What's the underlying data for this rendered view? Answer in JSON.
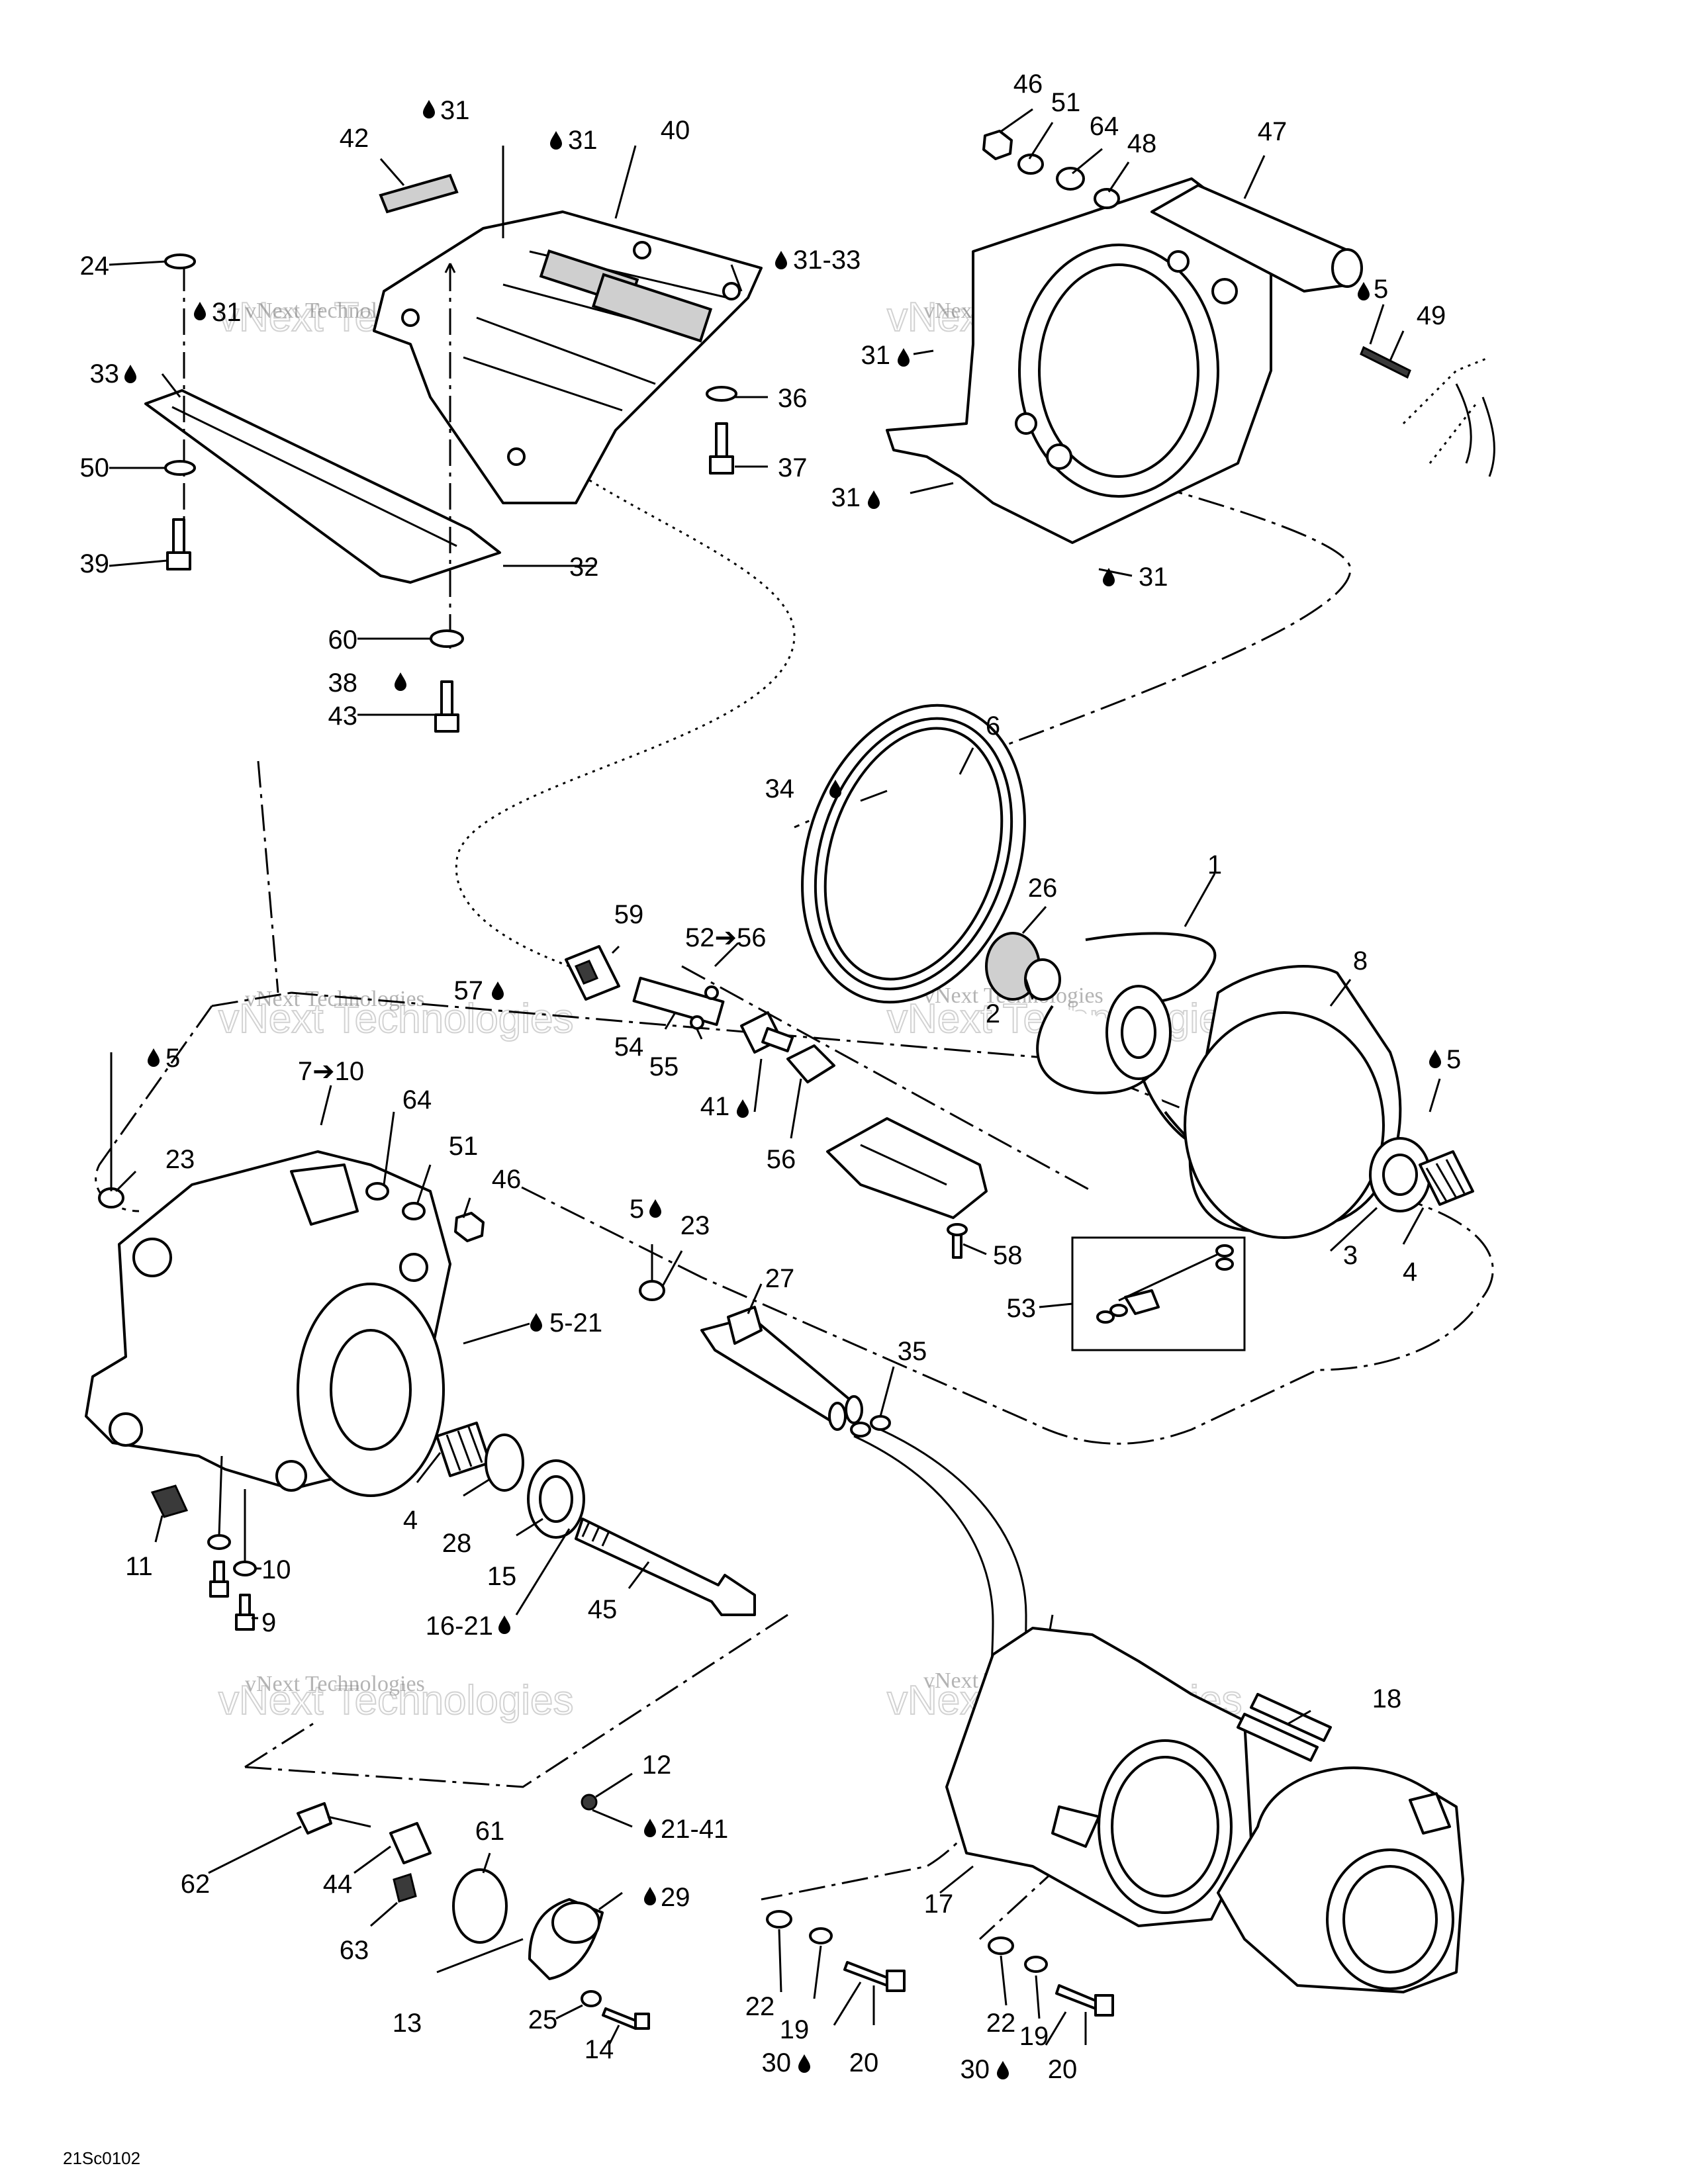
{
  "diagram": {
    "drawing_code": "21Sc0102",
    "watermark": {
      "name": "vNext Technologies",
      "logo": "vNext Technologies"
    },
    "callouts": {
      "c46a": "46",
      "c51a": "51",
      "c64a": "64",
      "c48": "48",
      "c47": "47",
      "c5a": "5",
      "c49": "49",
      "c31a": "31",
      "c31b": "31",
      "c31c": "31",
      "c42": "42",
      "c31d": "31",
      "c40": "40",
      "c31e": "31-33",
      "c24": "24",
      "c31f": "31",
      "c33": "33",
      "c50": "50",
      "c39": "39",
      "c36": "36",
      "c37": "37",
      "c32": "32",
      "c60": "60",
      "c38": "38",
      "c43": "43",
      "c31g": "31",
      "c6": "6",
      "c34": "34",
      "c26": "26",
      "c1": "1",
      "c8": "8",
      "c2": "2",
      "c59": "59",
      "c52": "52➔56",
      "c57": "57",
      "c54": "54",
      "c55": "55",
      "c41": "41",
      "c56": "56",
      "c58": "58",
      "c53": "53",
      "c5b": "5",
      "c3": "3",
      "c4a": "4",
      "c5c": "5",
      "c710": "7➔10",
      "c64b": "64",
      "c51b": "51",
      "c46b": "46",
      "c23a": "23",
      "c521": "5-21",
      "c4b": "4",
      "c28": "28",
      "c15": "15",
      "c11": "11",
      "c10": "10",
      "c9": "9",
      "c1621": "16-21",
      "c45": "45",
      "c5d": "5",
      "c23b": "23",
      "c27": "27",
      "c35": "35",
      "c18": "18",
      "c12": "12",
      "c2141": "21-41",
      "c61": "61",
      "c62": "62",
      "c44": "44",
      "c29": "29",
      "c63": "63",
      "c13": "13",
      "c25": "25",
      "c14": "14",
      "c17": "17",
      "c22a": "22",
      "c19a": "19",
      "c30a": "30",
      "c20a": "20",
      "c22b": "22",
      "c19b": "19",
      "c30b": "30",
      "c20b": "20"
    }
  }
}
